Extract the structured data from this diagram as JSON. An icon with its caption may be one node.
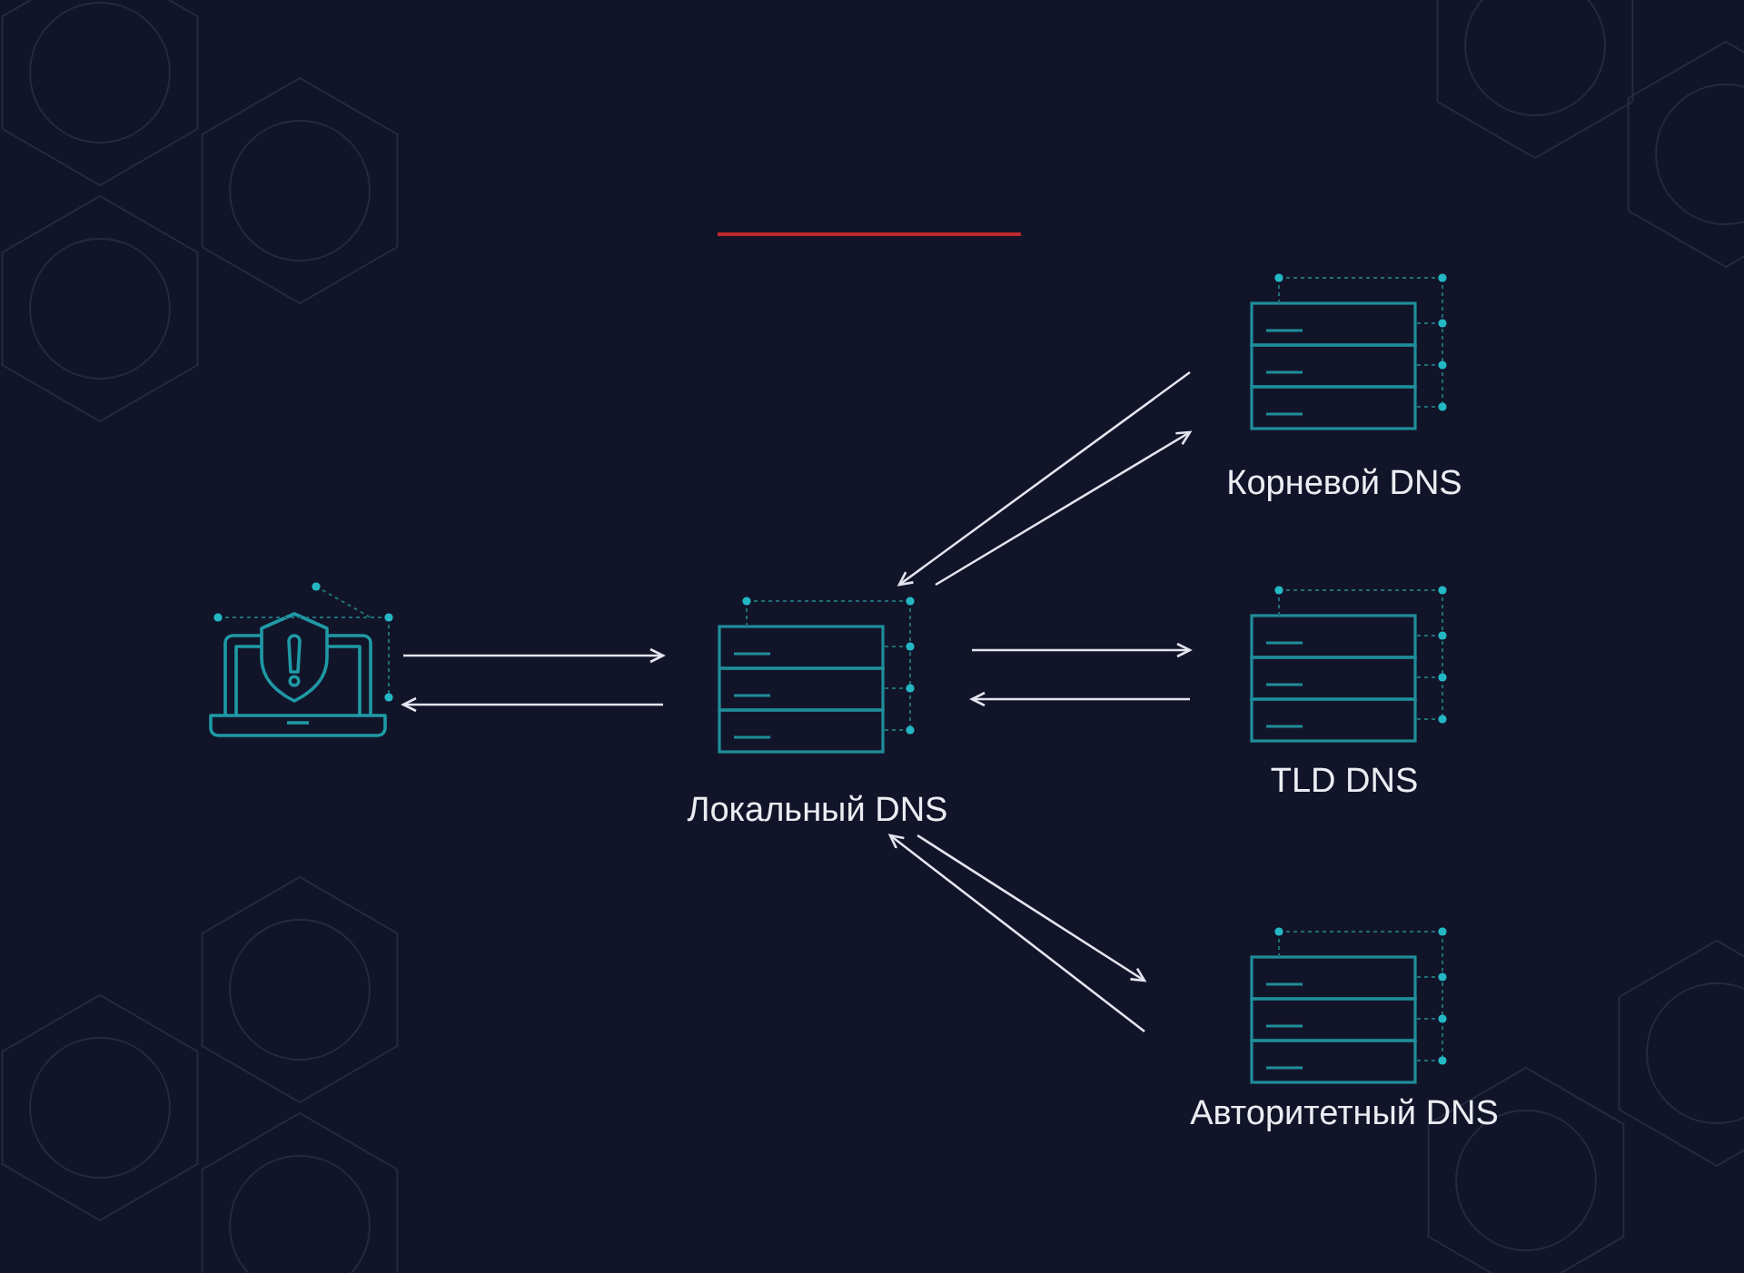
{
  "diagram": {
    "nodes": [
      {
        "text": [],
        "shape": "picture"
      },
      {
        "text": [
          "Локальный DNS"
        ]
      },
      {
        "text": [
          "Корневой DNS"
        ]
      },
      {
        "text": [
          "TLD DNS"
        ]
      },
      {
        "text": [
          "Авторитетный DNS"
        ]
      }
    ],
    "edges": [
      {
        "from": 0,
        "to": 1,
        "arrow": "to"
      },
      {
        "from": 1,
        "to": 0,
        "arrow": "to"
      },
      {
        "from": 1,
        "to": 2,
        "arrow": "to"
      },
      {
        "from": 2,
        "to": 1,
        "arrow": "to"
      },
      {
        "from": 1,
        "to": 3,
        "arrow": "to"
      },
      {
        "from": 3,
        "to": 1,
        "arrow": "to"
      },
      {
        "from": 1,
        "to": 4,
        "arrow": "to"
      },
      {
        "from": 4,
        "to": 1,
        "arrow": "to"
      }
    ]
  }
}
